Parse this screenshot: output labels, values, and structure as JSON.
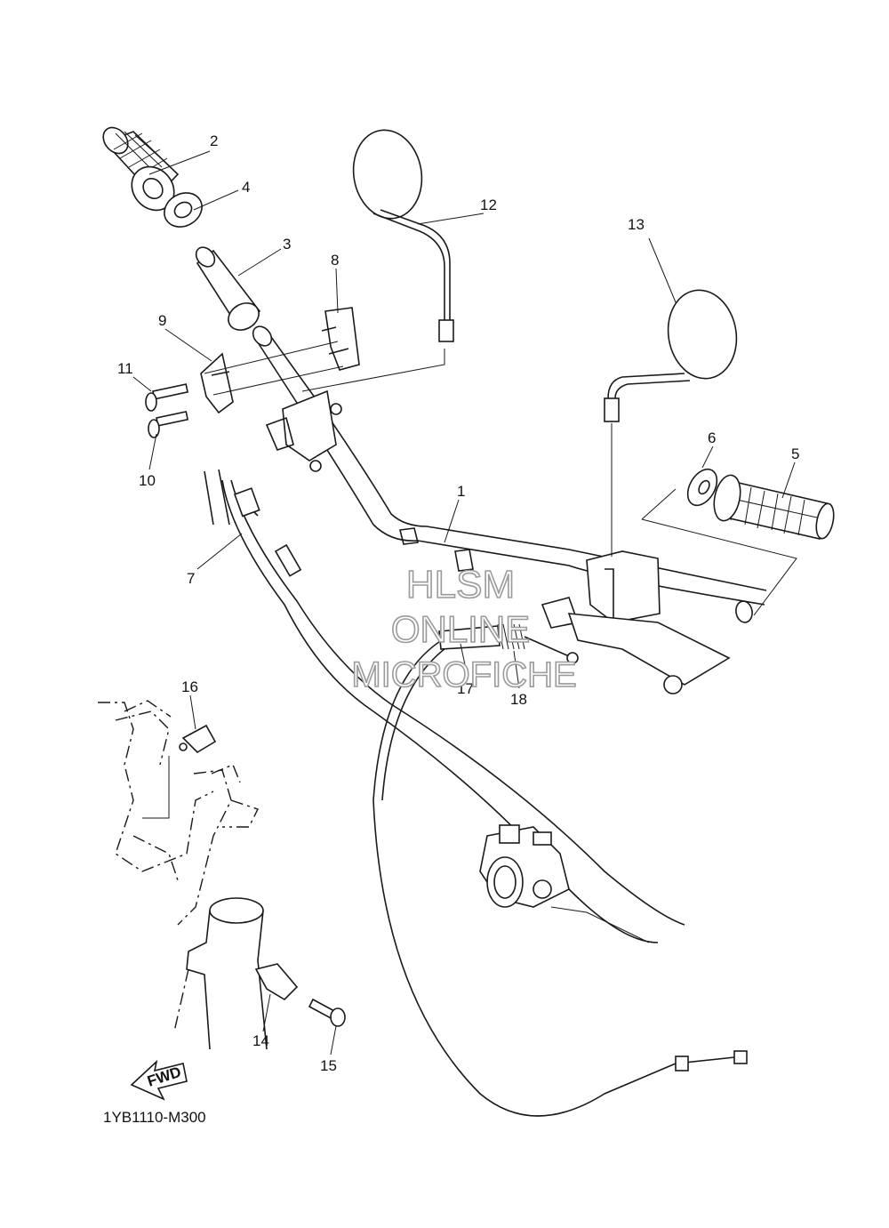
{
  "diagram": {
    "drawing_code": "1YB1110-M300",
    "watermark": {
      "line1": "HLSM",
      "line2": "ONLINE",
      "line3": "MICROFICHE"
    },
    "fwd_label": "FWD",
    "callouts": [
      {
        "id": "1",
        "label": "1"
      },
      {
        "id": "2",
        "label": "2"
      },
      {
        "id": "3",
        "label": "3"
      },
      {
        "id": "4",
        "label": "4"
      },
      {
        "id": "5",
        "label": "5"
      },
      {
        "id": "6",
        "label": "6"
      },
      {
        "id": "7",
        "label": "7"
      },
      {
        "id": "8",
        "label": "8"
      },
      {
        "id": "9",
        "label": "9"
      },
      {
        "id": "10",
        "label": "10"
      },
      {
        "id": "11",
        "label": "11"
      },
      {
        "id": "12",
        "label": "12"
      },
      {
        "id": "13",
        "label": "13"
      },
      {
        "id": "14",
        "label": "14"
      },
      {
        "id": "15",
        "label": "15"
      },
      {
        "id": "16",
        "label": "16"
      },
      {
        "id": "17",
        "label": "17"
      },
      {
        "id": "18",
        "label": "18"
      }
    ]
  }
}
